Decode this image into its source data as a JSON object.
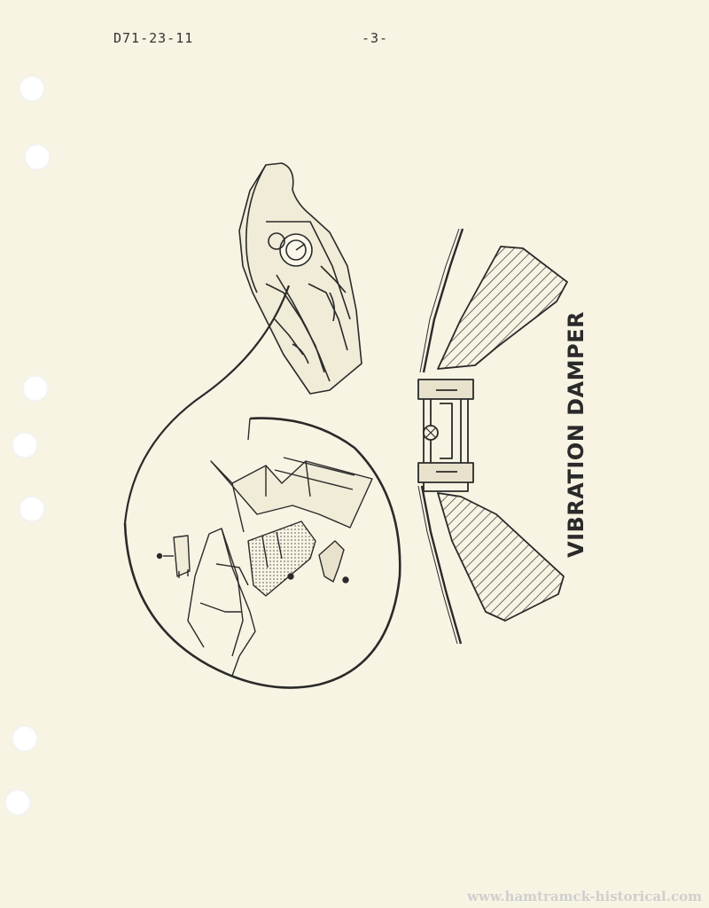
{
  "header": {
    "doc_number": "D71-23-11",
    "page_number": "-3-"
  },
  "illustration": {
    "label": "VIBRATION DAMPER"
  },
  "footer": {
    "watermark": "www.hamtramck-historical.com"
  },
  "colors": {
    "paper": "#f8f4e3",
    "ink": "#2a2a2a"
  }
}
